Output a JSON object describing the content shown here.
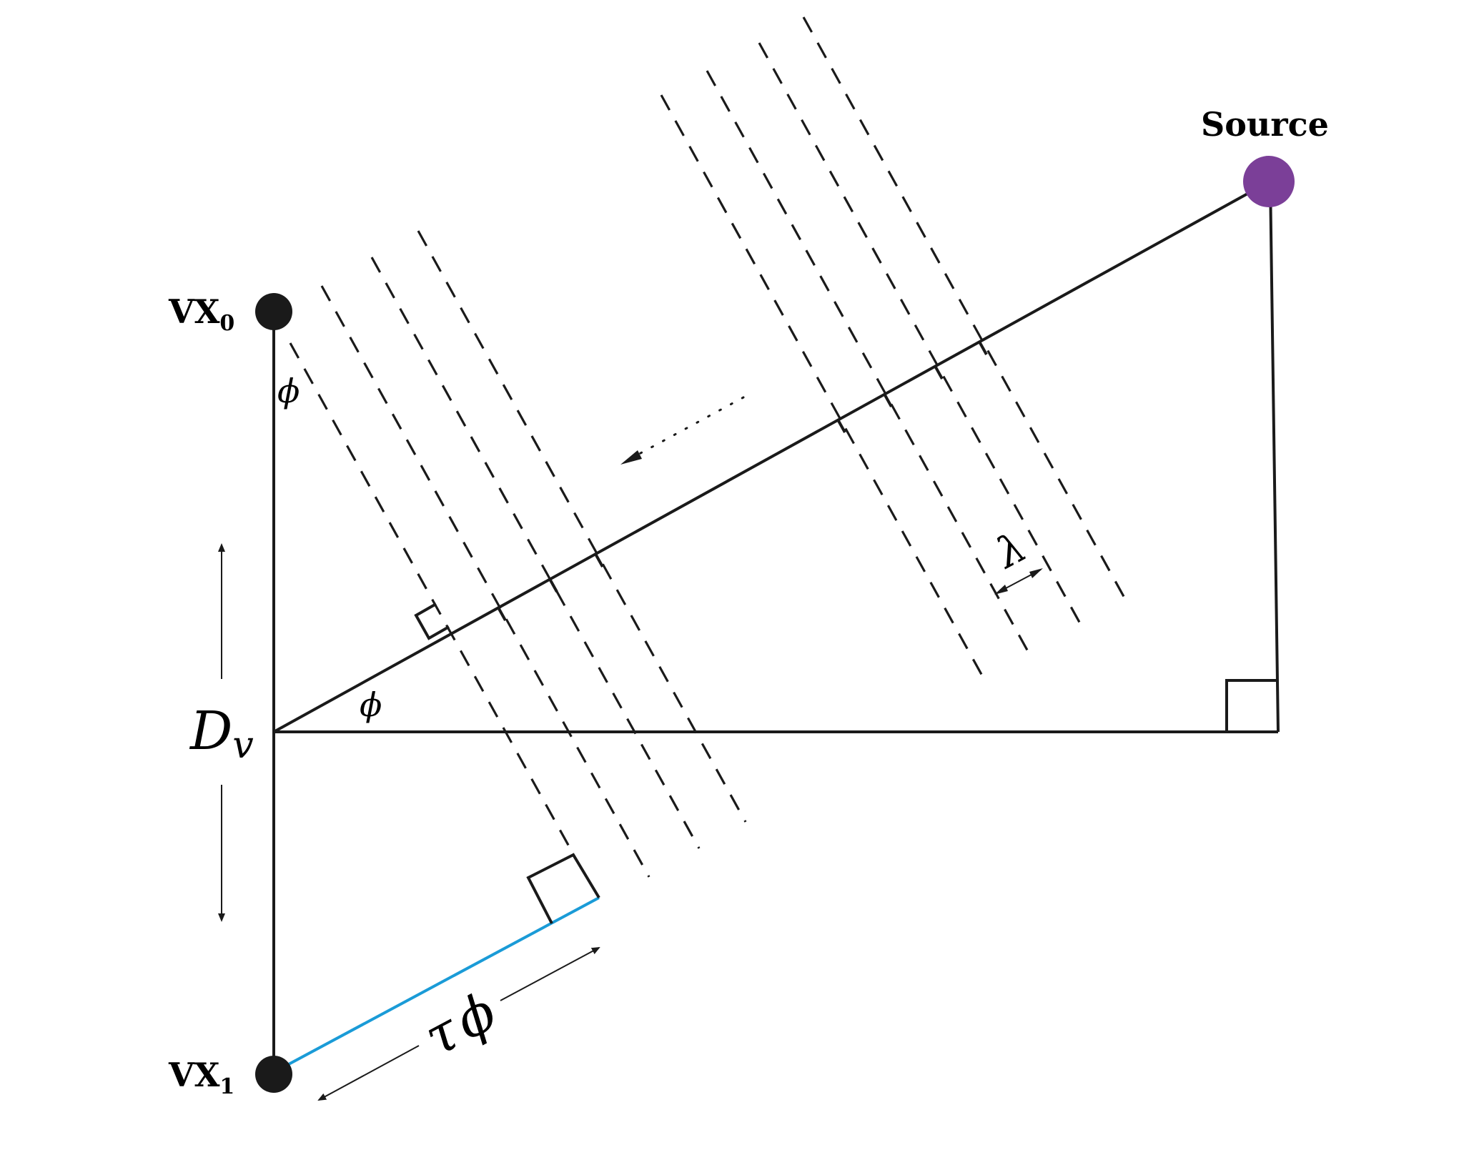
{
  "labels": {
    "source": "Source",
    "vx0_main": "VX",
    "vx0_sub": "0",
    "vx1_main": "VX",
    "vx1_sub": "1",
    "dv_main": "D",
    "dv_sub": "v",
    "phi_top": "ϕ",
    "phi_angle": "ϕ",
    "lambda": "λ",
    "tau": "τ",
    "tau_phi": "ϕ"
  },
  "colors": {
    "line": "#1a1a1a",
    "source_node": "#7b3f98",
    "antenna_node": "#1a1a1a",
    "delay_segment": "#1a9bd7"
  }
}
